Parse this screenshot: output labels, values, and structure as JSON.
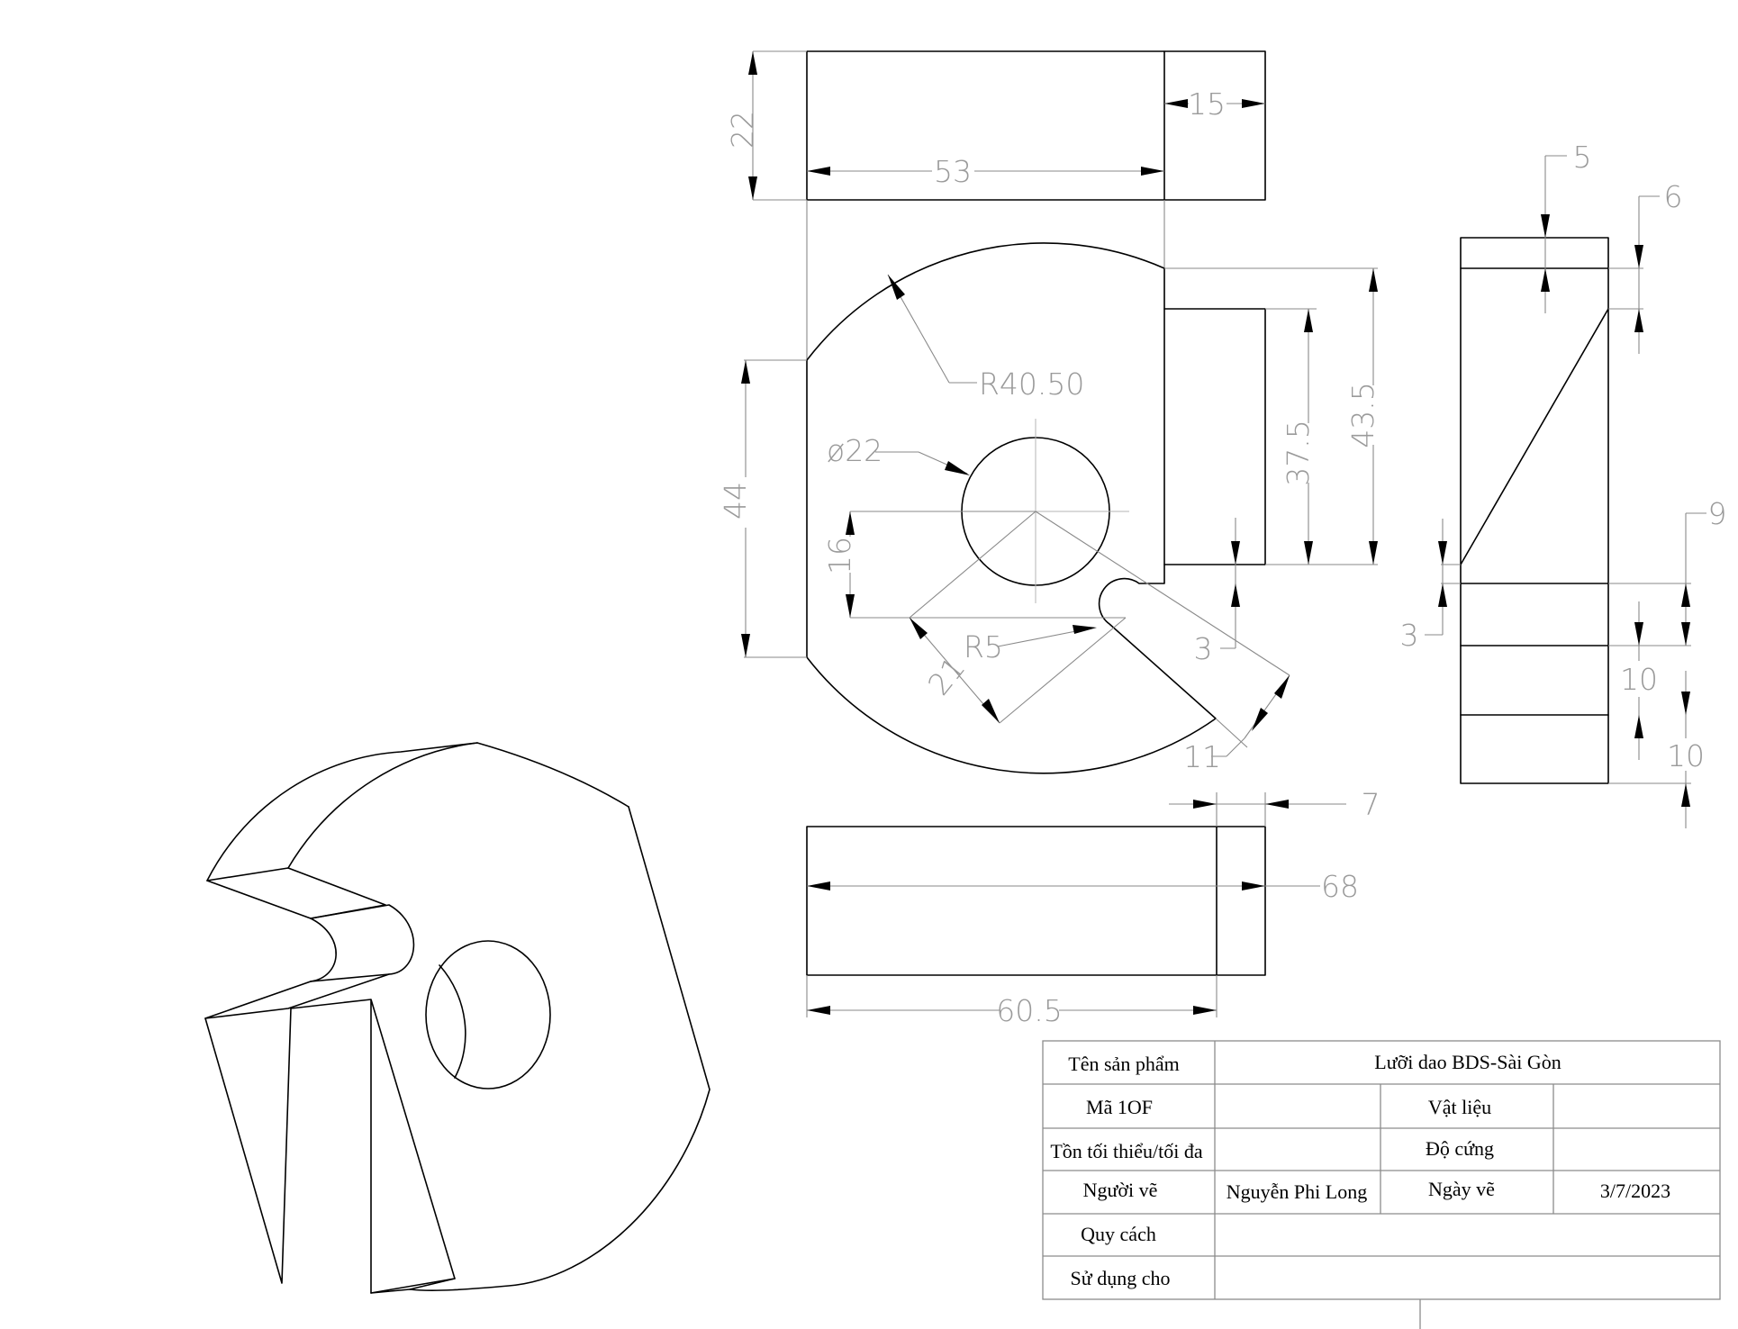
{
  "dimensions": {
    "top_height": "22",
    "top_length": "53",
    "top_right": "15",
    "radius_outer": "R40.50",
    "hole_diameter": "ø22",
    "left_height": "44",
    "slot_offset": "16",
    "fillet_radius": "R5",
    "slot_width": "21",
    "rect_height": "37.5",
    "outer_height": "43.5",
    "gap": "3",
    "slot_depth": "11",
    "side_top": "5",
    "side_6": "6",
    "side_9": "9",
    "side_3": "3",
    "side_10a": "10",
    "side_10b": "10",
    "bottom_7": "7",
    "bottom_total": "68",
    "bottom_length": "60.5"
  },
  "title_block": {
    "product_label": "Tên sản phẩm",
    "product_value": "Lưỡi dao BDS-Sài Gòn",
    "code_label": "Mã 1OF",
    "code_value": "",
    "material_label": "Vật liệu",
    "material_value": "",
    "stock_label": "Tồn tối thiểu/tối đa",
    "stock_value": "",
    "hardness_label": "Độ cứng",
    "hardness_value": "",
    "drawer_label": "Người vẽ",
    "drawer_value": "Nguyễn Phi Long",
    "date_label": "Ngày vẽ",
    "date_value": "3/7/2023",
    "spec_label": "Quy cách",
    "spec_value": "",
    "usage_label": "Sử dụng cho",
    "usage_value": ""
  }
}
